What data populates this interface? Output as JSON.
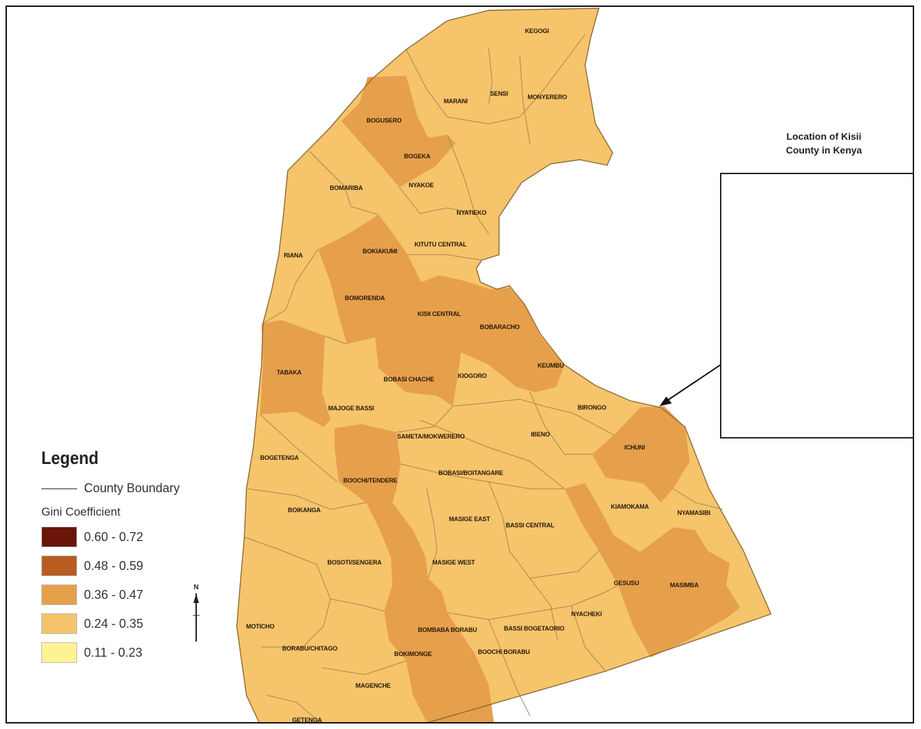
{
  "map": {
    "colors": {
      "c1": "#6b1408",
      "c2": "#b85c20",
      "c3": "#e6a04c",
      "c4": "#f5c46b",
      "c5": "#fdf393",
      "boundary": "#a58750",
      "kenya_fill": "#ddf3dd"
    },
    "wards": [
      {
        "label": "KEGOGI"
      },
      {
        "label": "MARANI"
      },
      {
        "label": "SENSI"
      },
      {
        "label": "MONYERERO"
      },
      {
        "label": "BOGUSERO"
      },
      {
        "label": "BOGEKA"
      },
      {
        "label": "BOMARIBA"
      },
      {
        "label": "NYAKOE"
      },
      {
        "label": "NYATIEKO"
      },
      {
        "label": "BOKIAKUMI"
      },
      {
        "label": "KITUTU CENTRAL"
      },
      {
        "label": "RIANA"
      },
      {
        "label": "BOMORENDA"
      },
      {
        "label": "KISII CENTRAL"
      },
      {
        "label": "BOBARACHO"
      },
      {
        "label": "KEUMBU"
      },
      {
        "label": "TABAKA"
      },
      {
        "label": "BOBASI CHACHE"
      },
      {
        "label": "KIOGORO"
      },
      {
        "label": "MAJOGE BASSI"
      },
      {
        "label": "BIRONGO"
      },
      {
        "label": "SAMETA/MOKWERERO"
      },
      {
        "label": "IBENO"
      },
      {
        "label": "ICHUNI"
      },
      {
        "label": "BOGETENGA"
      },
      {
        "label": "BOOCHI/TENDERE"
      },
      {
        "label": "BOBASI/BOITANGARE"
      },
      {
        "label": "BOIKANGA"
      },
      {
        "label": "KIAMOKAMA"
      },
      {
        "label": "NYAMASIBI"
      },
      {
        "label": "MASIGE EAST"
      },
      {
        "label": "BASSI CENTRAL"
      },
      {
        "label": "BOSOTI/SENGERA"
      },
      {
        "label": "MASIGE WEST"
      },
      {
        "label": "GESUSU"
      },
      {
        "label": "MASIMBA"
      },
      {
        "label": "NYACHEKI"
      },
      {
        "label": "MOTICHO"
      },
      {
        "label": "BOMBABA BORABU"
      },
      {
        "label": "BASSI BOGETAORIO"
      },
      {
        "label": "BORABU/CHITAGO"
      },
      {
        "label": "BOKIMONGE"
      },
      {
        "label": "BOOCHI BORABU"
      },
      {
        "label": "MAGENCHE"
      },
      {
        "label": "GETENGA"
      }
    ]
  },
  "inset": {
    "title_line1": "Location of Kisii",
    "title_line2": "County in Kenya"
  },
  "legend": {
    "title": "Legend",
    "boundary_label": "County Boundary",
    "subtitle": "Gini Coefficient",
    "classes": [
      {
        "label": "0.60 - 0.72",
        "color": "#6b1408"
      },
      {
        "label": "0.48 - 0.59",
        "color": "#b85c20"
      },
      {
        "label": "0.36 - 0.47",
        "color": "#e6a04c"
      },
      {
        "label": "0.24 - 0.35",
        "color": "#f5c46b"
      },
      {
        "label": "0.11 - 0.23",
        "color": "#fdf393"
      }
    ]
  },
  "north_arrow": {
    "label": "N"
  }
}
